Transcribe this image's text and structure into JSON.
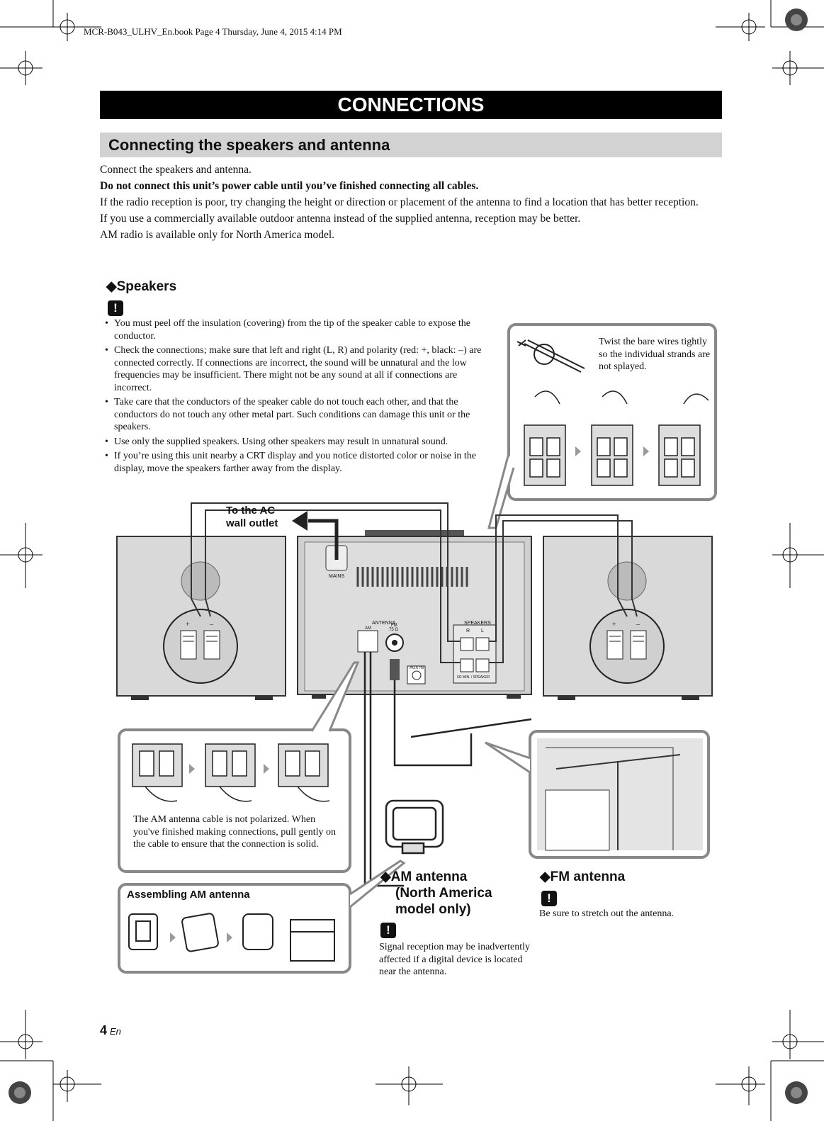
{
  "header": {
    "file_info": "MCR-B043_ULHV_En.book  Page 4  Thursday, June 4, 2015  4:14 PM"
  },
  "title": "CONNECTIONS",
  "subtitle": "Connecting the speakers and antenna",
  "intro": [
    "Connect the speakers and antenna.",
    "Do not connect this unit’s power cable until you’ve finished connecting all cables.",
    "If the radio reception is poor, try changing the height or direction or placement of the antenna to find a location that has better reception.",
    "If you use a commercially available outdoor antenna instead of the supplied antenna, reception may be better.",
    "AM radio is available only for North America model."
  ],
  "speakers": {
    "heading": "Speakers",
    "caution_symbol": "!",
    "bullets": [
      "You must peel off the insulation (covering) from the tip of the speaker cable to expose the conductor.",
      "Check the connections; make sure that left and right (L, R) and polarity (red: +, black: –) are connected correctly. If connections are incorrect, the sound will be unnatural and the low frequencies may be insufficient. There might not be any sound at all if connections are incorrect.",
      "Take care that the conductors of the speaker cable do not touch each other, and that the conductors do not touch any other metal part. Such conditions can damage this unit or the speakers.",
      "Use only the supplied speakers. Using other speakers may result in unnatural sound.",
      "If you’re using this unit nearby a CRT display and you notice distorted color or noise in the display, move the speakers farther away from the display."
    ]
  },
  "twist_note": "Twist the bare wires tightly so the individual strands are not splayed.",
  "ac_label_line1": "To the AC",
  "ac_label_line2": "wall outlet",
  "unit_labels": {
    "mains": "MAINS",
    "antenna": "ANTENNA",
    "am": "AM",
    "fm": "FM",
    "fm_ohm": "75 Ω",
    "aux_in": "AUX IN",
    "speakers": "SPEAKERS",
    "r": "R",
    "l": "L",
    "speaker_impedance": "6Ω MIN. / SPEAKER",
    "plus": "+",
    "minus": "–"
  },
  "am_note": "The AM antenna cable is not polarized. When you've finished making connections, pull gently on the cable to ensure that the connection is solid.",
  "assembling_am": "Assembling AM antenna",
  "am_antenna": {
    "heading_line1": "AM antenna",
    "heading_line2": "(North America",
    "heading_line3": "model only)",
    "note": "Signal reception may be inadvertently affected if a digital device is located near the antenna."
  },
  "fm_antenna": {
    "heading": "FM antenna",
    "note": "Be sure to stretch out the antenna."
  },
  "footer": {
    "page": "4",
    "lang": "En"
  }
}
